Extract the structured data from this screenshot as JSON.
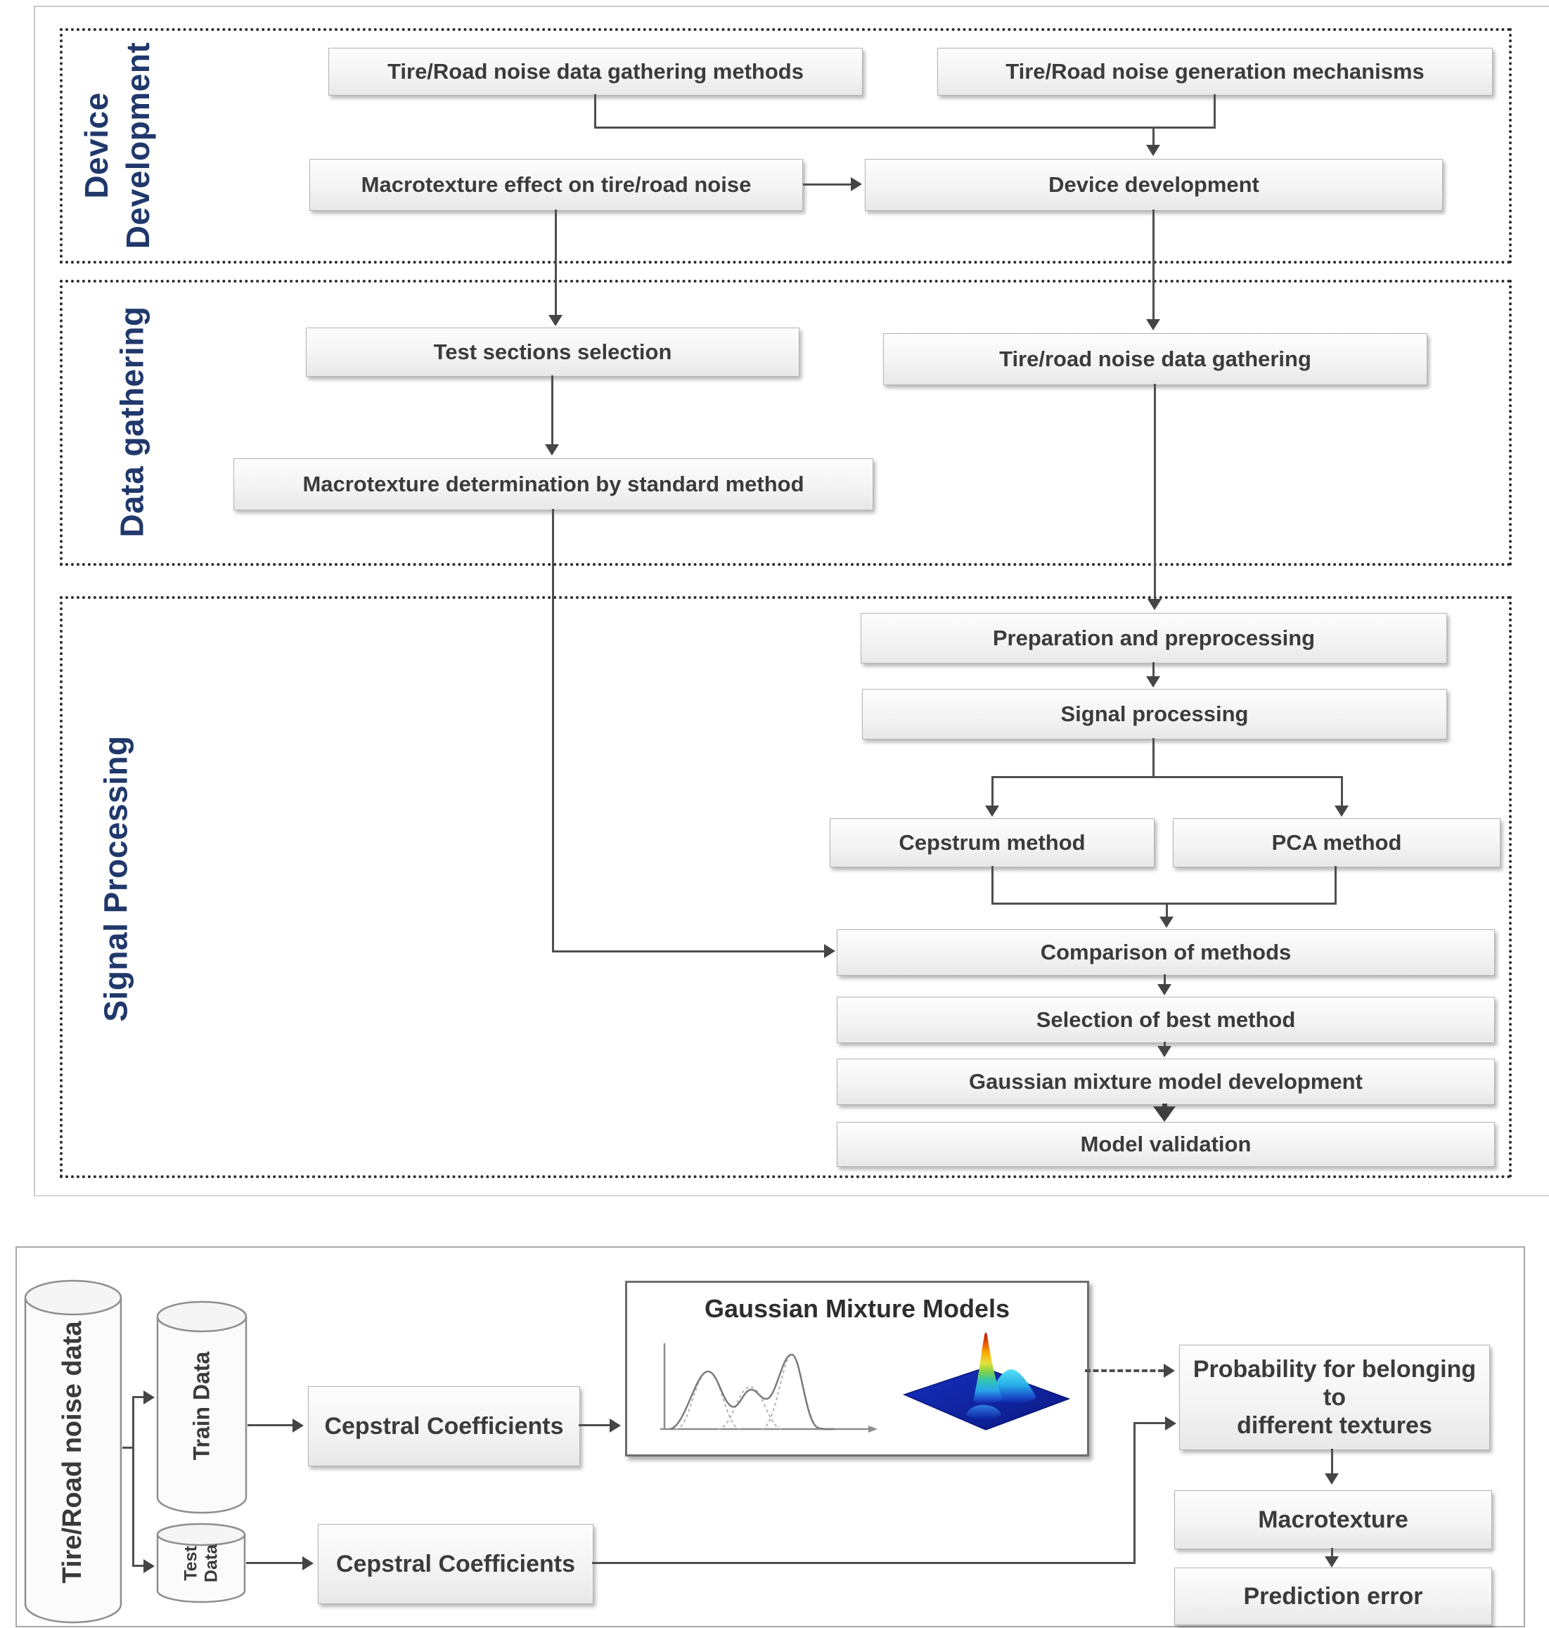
{
  "figure1": {
    "sections": [
      {
        "line1": "Device",
        "line2": "Development"
      },
      {
        "label": "Data gathering"
      },
      {
        "label": "Signal Processing"
      }
    ],
    "boxes": {
      "gathering_methods": "Tire/Road noise data gathering methods",
      "generation_mechanisms": "Tire/Road noise generation mechanisms",
      "macrotexture_effect": "Macrotexture effect on tire/road noise",
      "device_development": "Device development",
      "test_sections": "Test sections selection",
      "noise_data_gathering": "Tire/road noise data gathering",
      "macrotexture_determination": "Macrotexture determination by standard method",
      "preparation": "Preparation and preprocessing",
      "signal_processing": "Signal processing",
      "cepstrum": "Cepstrum method",
      "pca": "PCA method",
      "comparison": "Comparison of methods",
      "selection": "Selection of best method",
      "gmm_development": "Gaussian mixture model development",
      "validation": "Model validation"
    }
  },
  "figure2": {
    "gmm_title": "Gaussian Mixture Models",
    "cylinders": {
      "source": "Tire/Road noise data",
      "train": "Train Data",
      "test_line1": "Test",
      "test_line2": "Data"
    },
    "boxes": {
      "cepstral_train": "Cepstral Coefficients",
      "cepstral_test": "Cepstral Coefficients",
      "probability_line1": "Probability for belonging to",
      "probability_line2": "different textures",
      "macrotexture": "Macrotexture",
      "prediction_error": "Prediction error"
    }
  },
  "colors": {
    "section_label": "#20386b",
    "box_text": "#3b3b3b",
    "connector": "#4f4f4f",
    "surface_base_blue": "#0c1f9e",
    "surface_peak_red": "#b01800"
  }
}
